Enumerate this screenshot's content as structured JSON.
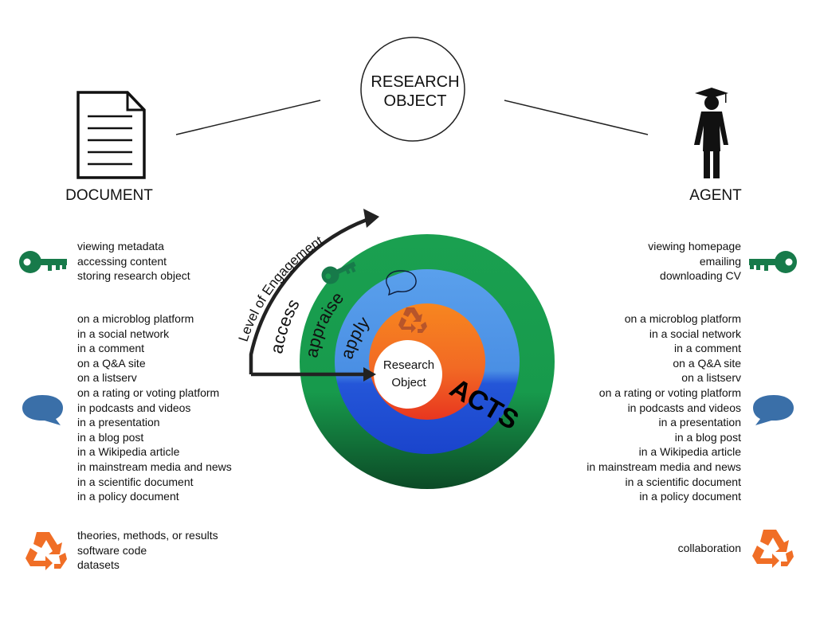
{
  "center_node": {
    "line1": "RESEARCH",
    "line2": "OBJECT"
  },
  "document": {
    "label": "DOCUMENT"
  },
  "agent": {
    "label": "AGENT"
  },
  "engagement_arrow": {
    "label": "Level of Engagement"
  },
  "rings": {
    "access": "access",
    "appraise": "appraise",
    "apply": "apply",
    "core_line1": "Research",
    "core_line2": "Object",
    "acts": "ACTS"
  },
  "colors": {
    "outer_green": "#1a9d50",
    "dark_green": "#0e5a2e",
    "blue_light": "#4f97e8",
    "blue_dark": "#1f4fd6",
    "orange": "#f57e20",
    "red": "#ec3b22",
    "key_green": "#177a4a",
    "bubble_blue": "#3a6fa8",
    "recycle_orange": "#f06e26"
  },
  "left": {
    "access": [
      "viewing metadata",
      "accessing content",
      "storing research object"
    ],
    "appraise": [
      "on a microblog platform",
      "in a social network",
      "in a comment",
      "on a Q&A site",
      "on a listserv",
      "on a rating or voting platform",
      "in podcasts and videos",
      "in a presentation",
      "in a blog post",
      "in a Wikipedia article",
      "in mainstream media and news",
      "in a scientific document",
      "in a policy document"
    ],
    "apply": [
      "theories, methods, or results",
      "software code",
      "datasets"
    ]
  },
  "right": {
    "access": [
      "viewing homepage",
      "emailing",
      "downloading CV"
    ],
    "appraise": [
      "on a microblog platform",
      "in a social network",
      "in a comment",
      "on a Q&A site",
      "on a listserv",
      "on a rating or voting platform",
      "in podcasts and videos",
      "in a presentation",
      "in a blog post",
      "in a Wikipedia article",
      "in mainstream media and news",
      "in a scientific document",
      "in a policy document"
    ],
    "apply": [
      "collaboration"
    ]
  }
}
